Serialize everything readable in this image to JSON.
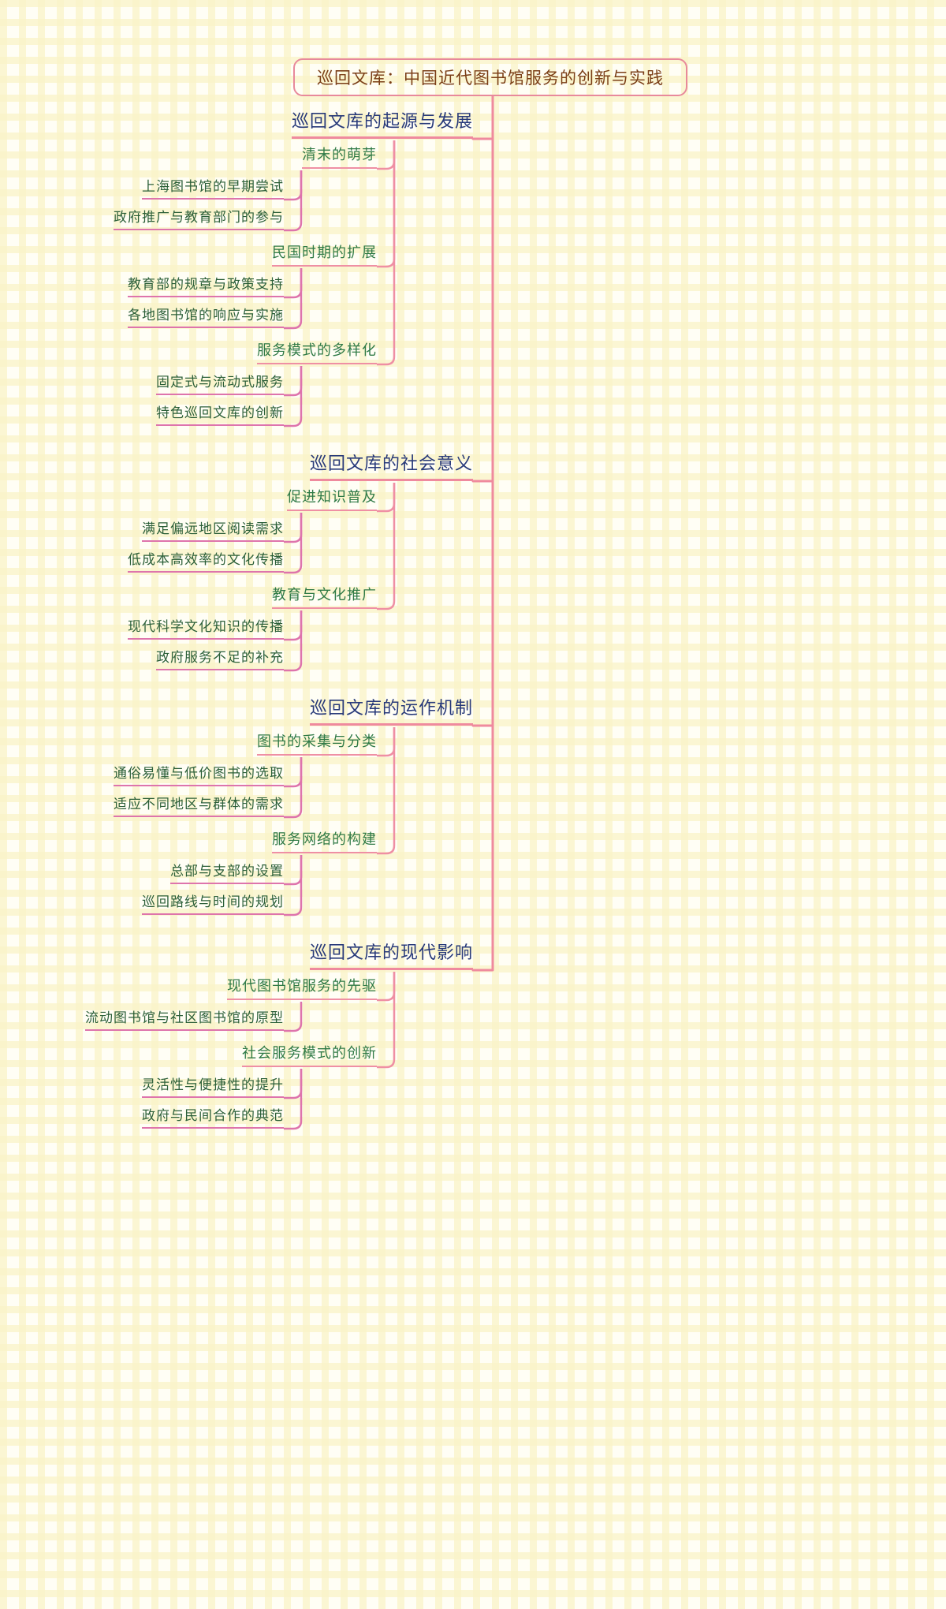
{
  "doc": {
    "type": "mindmap",
    "title": "巡回文库：中国近代图书馆服务的创新与实践",
    "colors": {
      "background": "#fffef5",
      "grid": "#faf3c8",
      "root_border": "#e8899b",
      "root_text": "#7b3f17",
      "level1_text": "#283a7a",
      "level1_underline": "#ef8a9e",
      "level2_text": "#2f7a46",
      "level2_underline": "#ef8fa4",
      "level3_text": "#2b5f38",
      "level3_underline": "#de74ac",
      "connector": "#ef8a9e"
    }
  },
  "branches": [
    {
      "label": "巡回文库的起源与发展",
      "children": [
        {
          "label": "清末的萌芽",
          "children": [
            {
              "label": "上海图书馆的早期尝试"
            },
            {
              "label": "政府推广与教育部门的参与"
            }
          ]
        },
        {
          "label": "民国时期的扩展",
          "children": [
            {
              "label": "教育部的规章与政策支持"
            },
            {
              "label": "各地图书馆的响应与实施"
            }
          ]
        },
        {
          "label": "服务模式的多样化",
          "children": [
            {
              "label": "固定式与流动式服务"
            },
            {
              "label": "特色巡回文库的创新"
            }
          ]
        }
      ]
    },
    {
      "label": "巡回文库的社会意义",
      "children": [
        {
          "label": "促进知识普及",
          "children": [
            {
              "label": "满足偏远地区阅读需求"
            },
            {
              "label": "低成本高效率的文化传播"
            }
          ]
        },
        {
          "label": "教育与文化推广",
          "children": [
            {
              "label": "现代科学文化知识的传播"
            },
            {
              "label": "政府服务不足的补充"
            }
          ]
        }
      ]
    },
    {
      "label": "巡回文库的运作机制",
      "children": [
        {
          "label": "图书的采集与分类",
          "children": [
            {
              "label": "通俗易懂与低价图书的选取"
            },
            {
              "label": "适应不同地区与群体的需求"
            }
          ]
        },
        {
          "label": "服务网络的构建",
          "children": [
            {
              "label": "总部与支部的设置"
            },
            {
              "label": "巡回路线与时间的规划"
            }
          ]
        }
      ]
    },
    {
      "label": "巡回文库的现代影响",
      "children": [
        {
          "label": "现代图书馆服务的先驱",
          "children": [
            {
              "label": "流动图书馆与社区图书馆的原型"
            }
          ]
        },
        {
          "label": "社会服务模式的创新",
          "children": [
            {
              "label": "灵活性与便捷性的提升"
            },
            {
              "label": "政府与民间合作的典范"
            }
          ]
        }
      ]
    }
  ]
}
